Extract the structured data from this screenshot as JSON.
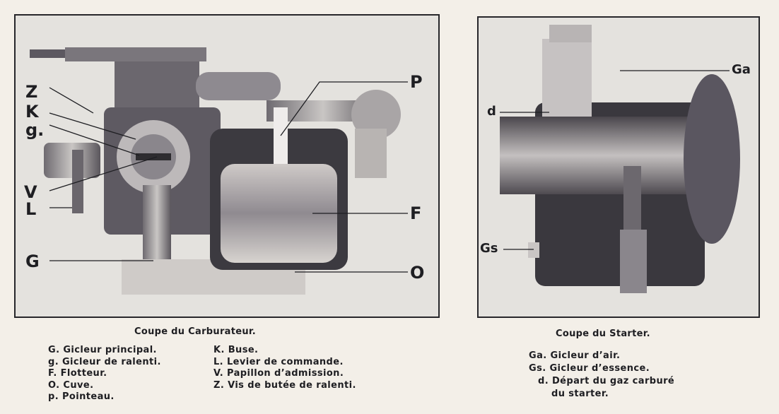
{
  "carburetor": {
    "caption": "Coupe du Carburateur.",
    "callouts": {
      "Z": "Z",
      "K": "K",
      "g": "g.",
      "V": "V",
      "L": "L",
      "G": "G",
      "P": "P",
      "F": "F",
      "O": "O"
    },
    "legend_left": [
      "G. Gicleur principal.",
      "g. Gicleur de ralenti.",
      "F. Flotteur.",
      "O. Cuve.",
      "p. Pointeau."
    ],
    "legend_right": [
      "K. Buse.",
      "L. Levier de commande.",
      "V. Papillon d’admission.",
      "Z. Vis de butée de ralenti."
    ]
  },
  "starter": {
    "caption": "Coupe du Starter.",
    "callouts": {
      "Ga": "Ga",
      "d": "d",
      "Gs": "Gs"
    },
    "legend": [
      "Ga. Gicleur d’air.",
      "Gs. Gicleur d’essence.",
      "d. Départ du gaz carburé",
      "du starter."
    ]
  }
}
